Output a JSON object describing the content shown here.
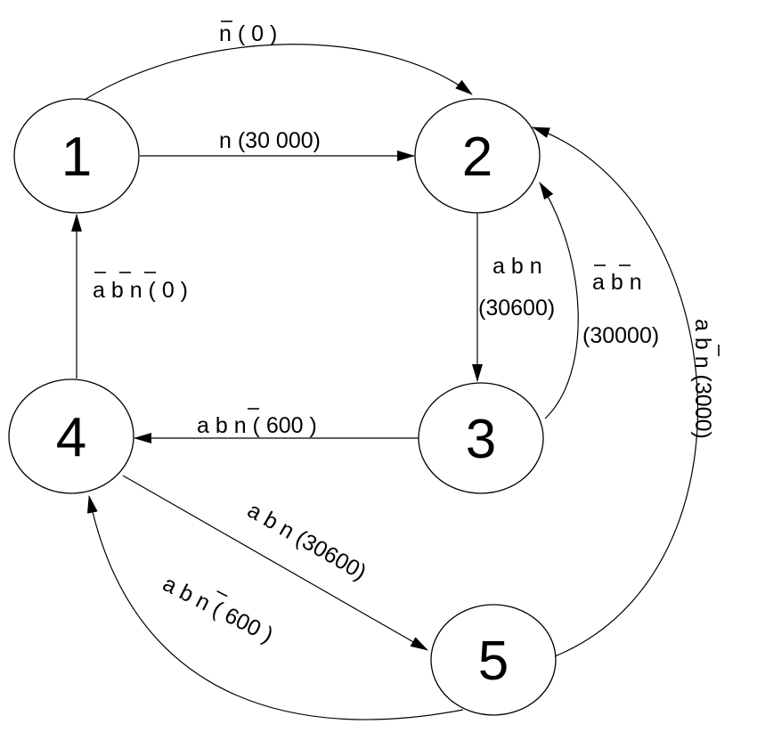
{
  "states": [
    {
      "id": "s1",
      "label": "1"
    },
    {
      "id": "s2",
      "label": "2"
    },
    {
      "id": "s3",
      "label": "3"
    },
    {
      "id": "s4",
      "label": "4"
    },
    {
      "id": "s5",
      "label": "5"
    }
  ],
  "transitions": [
    {
      "from": "1",
      "to": "2",
      "label": "n ( 0 )",
      "negated": [
        "n"
      ]
    },
    {
      "from": "1",
      "to": "2",
      "label": "n (30 000)",
      "negated": []
    },
    {
      "from": "2",
      "to": "3",
      "label_lines": [
        "a b n",
        "(30600)"
      ],
      "negated": []
    },
    {
      "from": "3",
      "to": "2",
      "label_lines": [
        "a b n",
        "(30000)"
      ],
      "negated": [
        "a",
        "b"
      ]
    },
    {
      "from": "3",
      "to": "4",
      "label": "a b n ( 600 )",
      "negated": [
        "n"
      ]
    },
    {
      "from": "4",
      "to": "1",
      "label": "a b n ( 0 )",
      "negated": [
        "a",
        "b",
        "n"
      ]
    },
    {
      "from": "4",
      "to": "5",
      "label": "a b n (30600)",
      "negated": []
    },
    {
      "from": "5",
      "to": "4",
      "label": "a b n ( 600 )",
      "negated": [
        "n"
      ]
    },
    {
      "from": "5",
      "to": "2",
      "label": "a b n (3000)",
      "negated": [
        "b"
      ]
    }
  ]
}
